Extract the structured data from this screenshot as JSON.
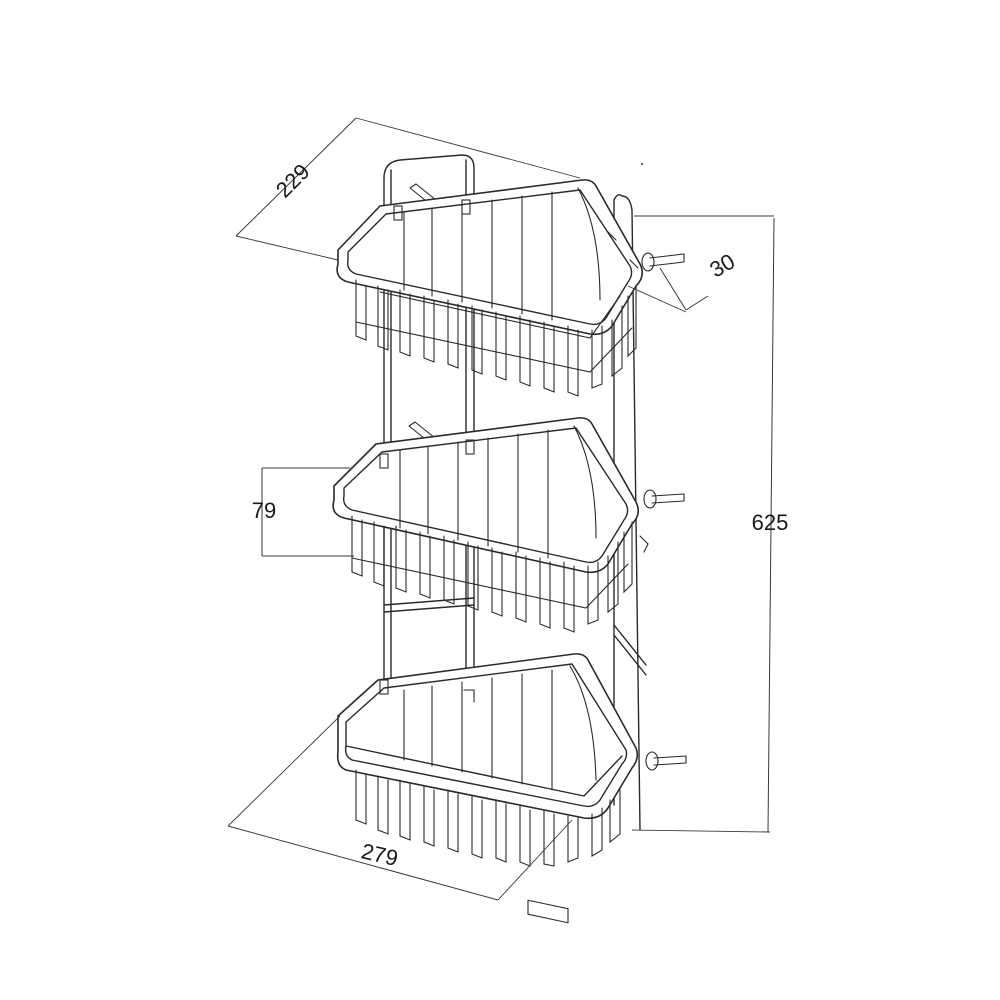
{
  "dimensions": {
    "depth": "229",
    "wall_offset": "30",
    "shelf_spacing": "79",
    "height": "625",
    "width": "279"
  },
  "colors": {
    "line": "#2a2a2a",
    "background": "#ffffff"
  }
}
